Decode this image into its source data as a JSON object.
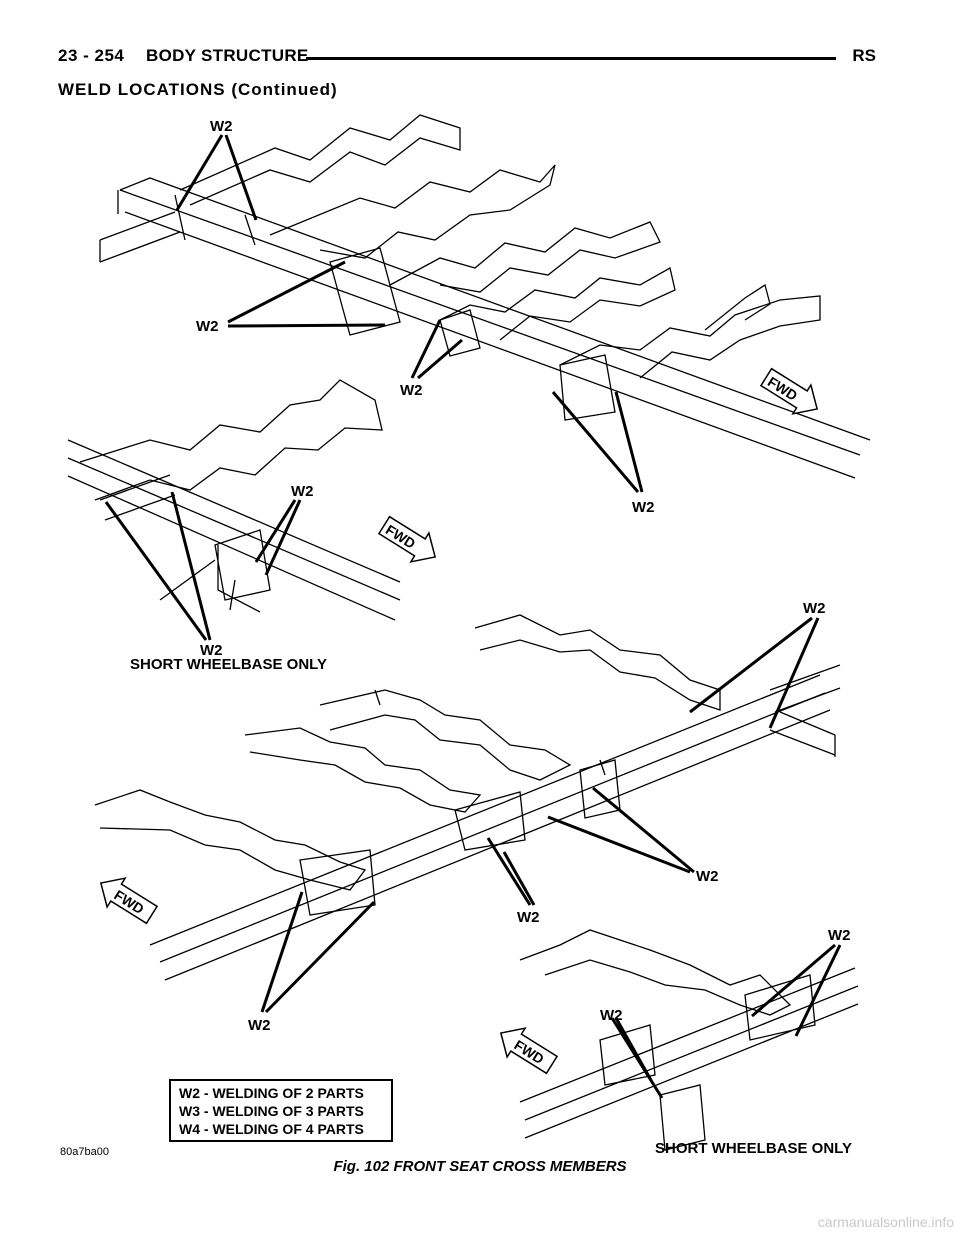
{
  "header": {
    "page_number": "23 - 254",
    "section": "BODY STRUCTURE",
    "model_code": "RS"
  },
  "section_title": "WELD LOCATIONS (Continued)",
  "figure": {
    "weld_label": "W2",
    "fwd_label": "FWD",
    "short_wheelbase_label": "SHORT WHEELBASE ONLY",
    "image_code": "80a7ba00",
    "legend": [
      "W2 - WELDING OF 2 PARTS",
      "W3 - WELDING OF 3 PARTS",
      "W4 - WELDING OF 4 PARTS"
    ],
    "caption": "Fig. 102 FRONT SEAT CROSS MEMBERS"
  },
  "watermark": "carmanualsonline.info"
}
